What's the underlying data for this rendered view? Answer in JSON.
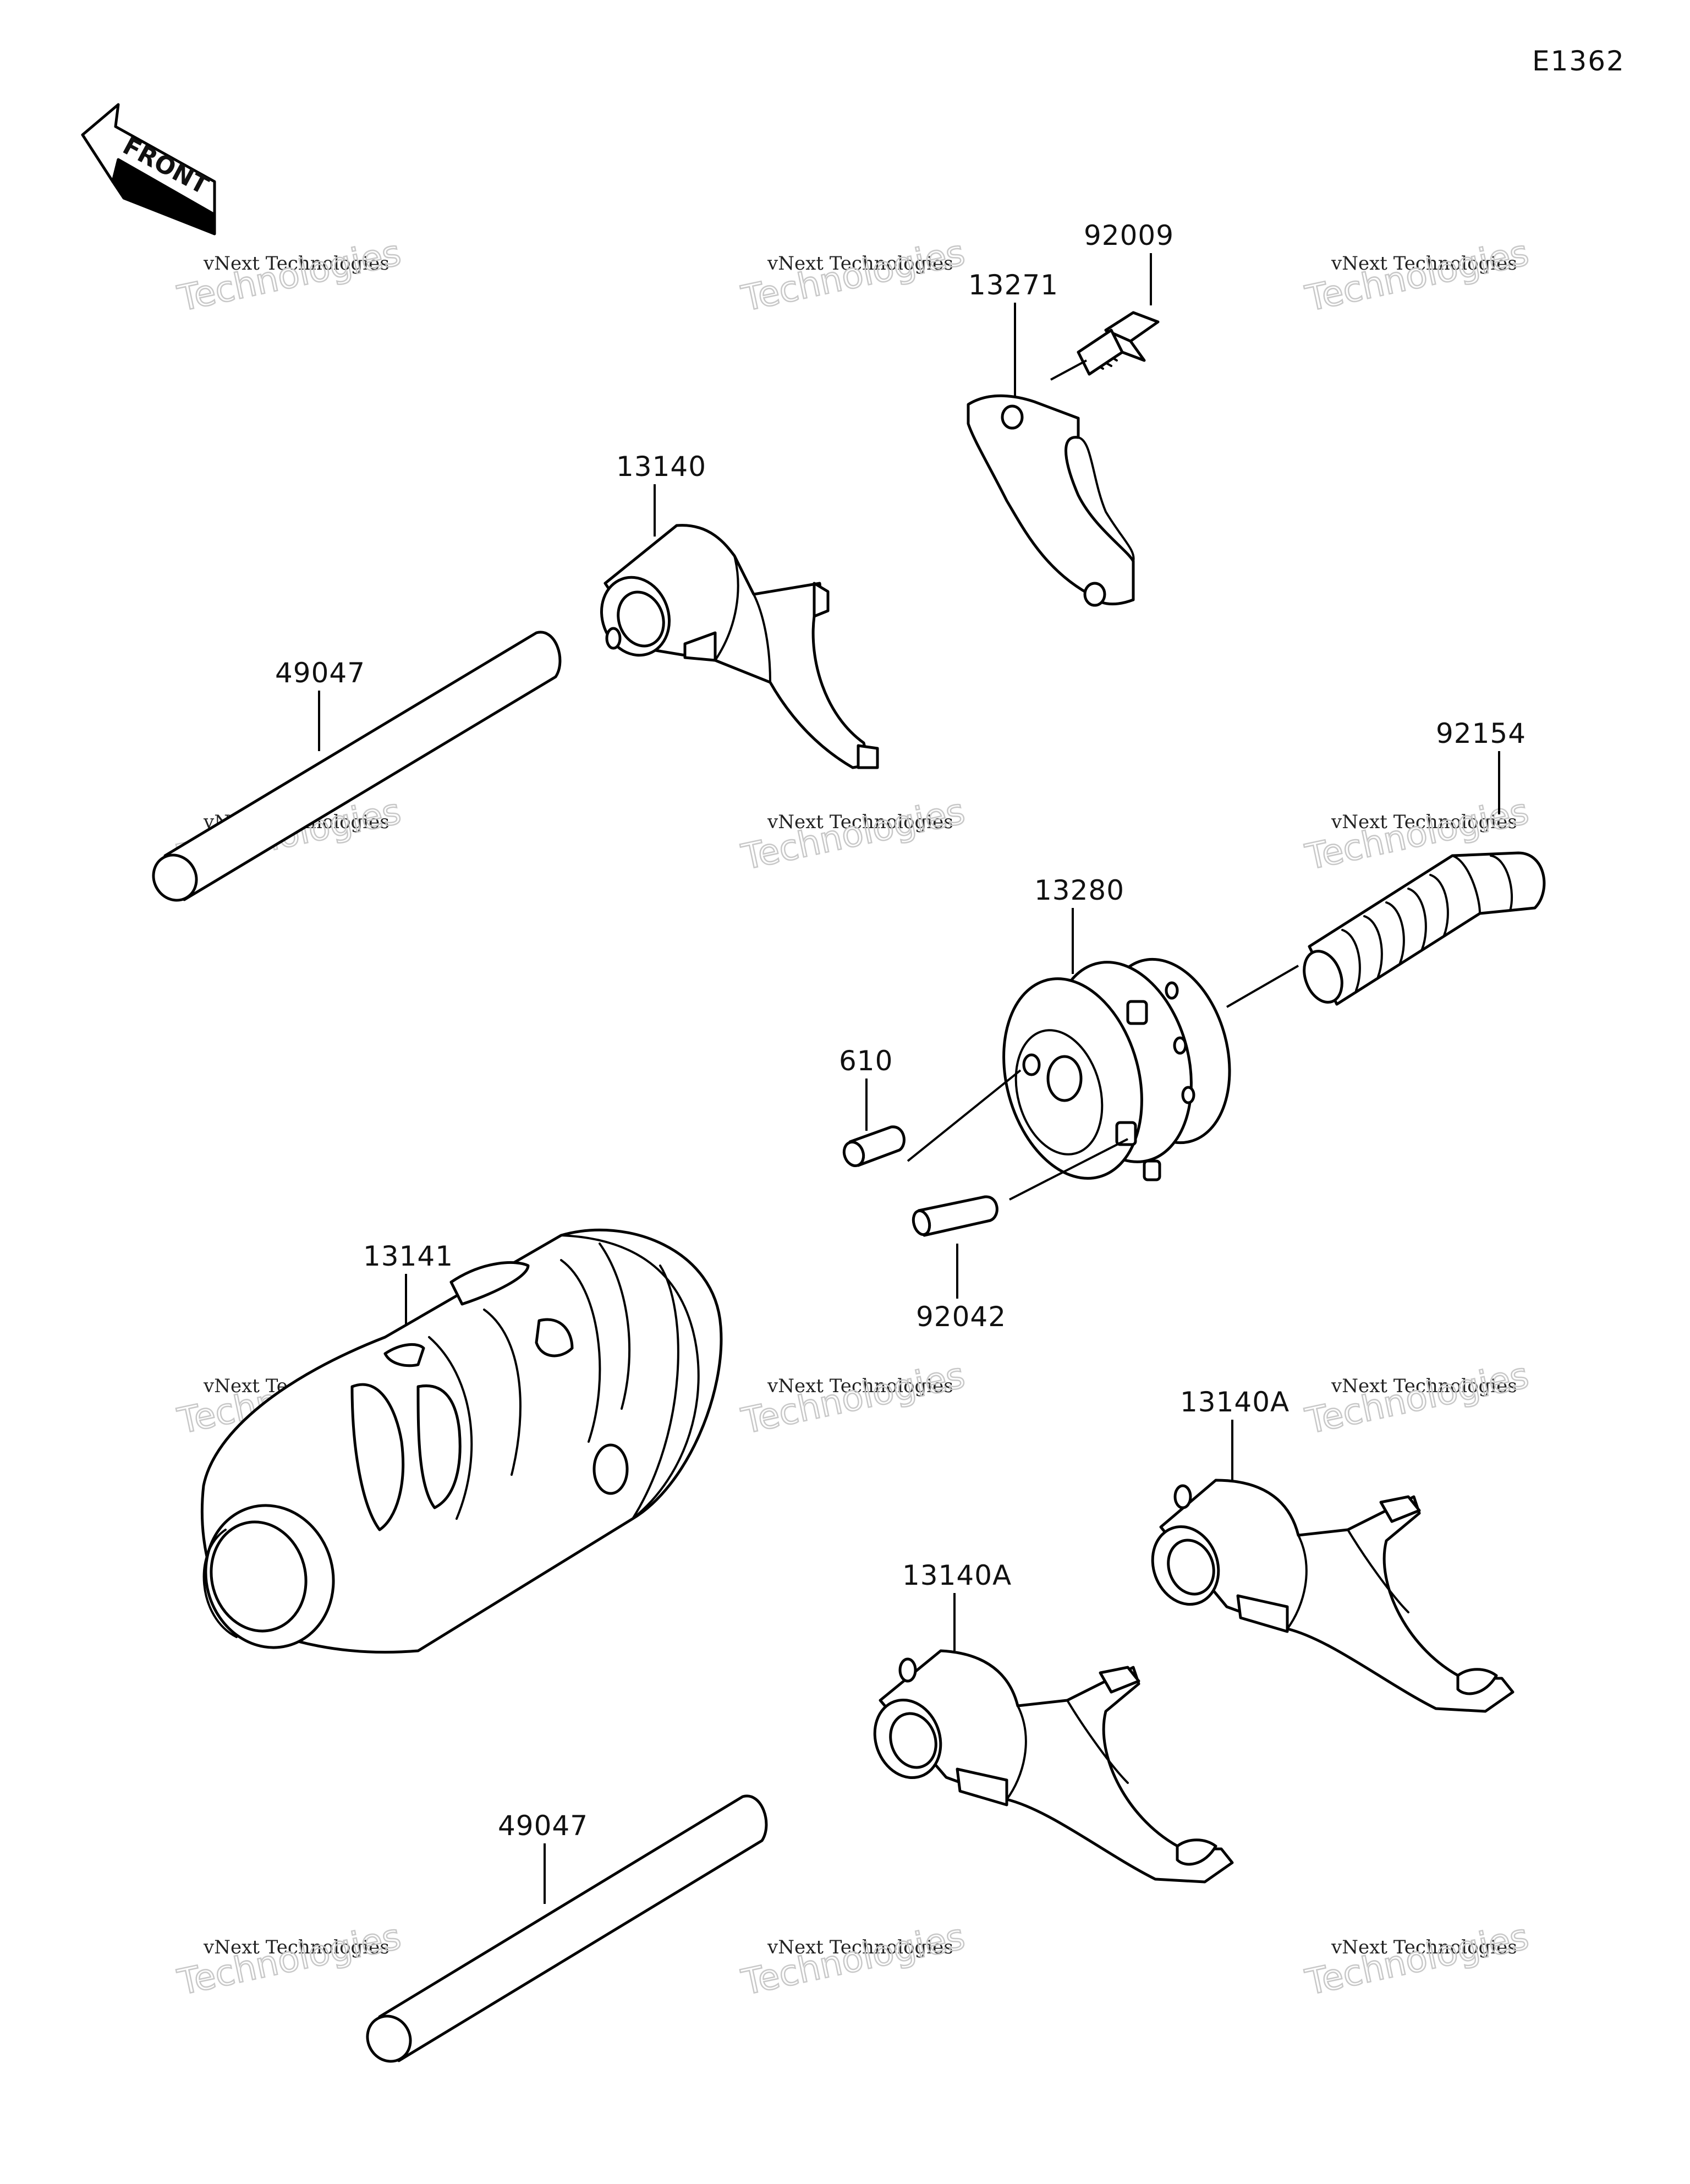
{
  "diagram_code": "E1362",
  "front_arrow": {
    "text": "FRONT",
    "icon": "front-arrow-icon"
  },
  "watermark": {
    "line1": "vNext Technologies",
    "line2": "Technologies",
    "line3": "vNext"
  },
  "parts": [
    {
      "id": "92009",
      "label": "92009",
      "name": "screw"
    },
    {
      "id": "13271",
      "label": "13271",
      "name": "plate"
    },
    {
      "id": "13140",
      "label": "13140",
      "name": "shift-fork"
    },
    {
      "id": "49047a",
      "label": "49047",
      "name": "shift-rod-upper"
    },
    {
      "id": "92154",
      "label": "92154",
      "name": "bolt"
    },
    {
      "id": "13280",
      "label": "13280",
      "name": "drum-cam"
    },
    {
      "id": "610",
      "label": "610",
      "name": "pin"
    },
    {
      "id": "92042",
      "label": "92042",
      "name": "dowel-pin"
    },
    {
      "id": "13141",
      "label": "13141",
      "name": "shift-drum"
    },
    {
      "id": "13140A_upper",
      "label": "13140A",
      "name": "shift-fork-right"
    },
    {
      "id": "13140A_lower",
      "label": "13140A",
      "name": "shift-fork-lower"
    },
    {
      "id": "49047b",
      "label": "49047",
      "name": "shift-rod-lower"
    }
  ]
}
